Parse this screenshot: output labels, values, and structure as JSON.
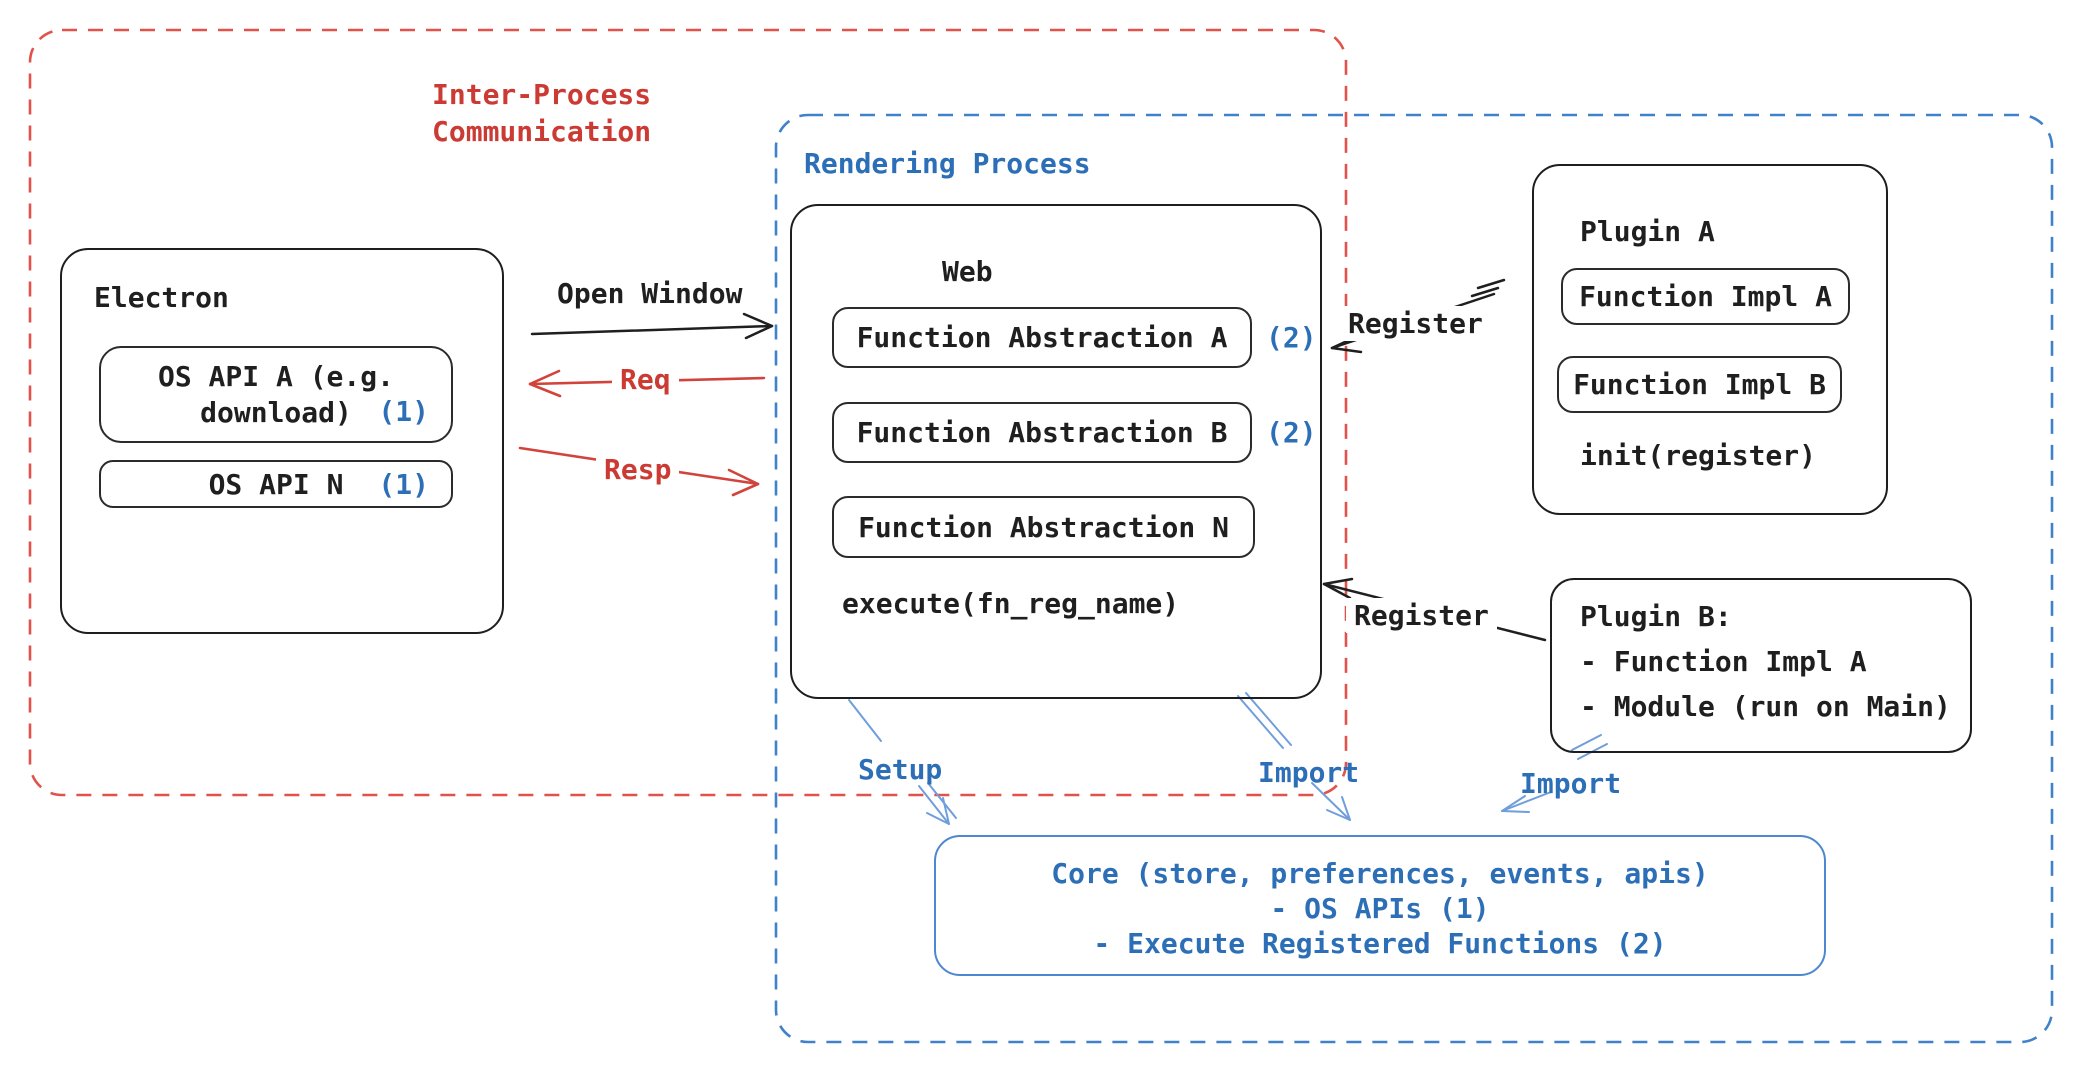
{
  "regions": {
    "ipc_label": "Inter-Process\nCommunication",
    "rendering_label": "Rendering Process"
  },
  "electron": {
    "title": "Electron",
    "os_api_a": {
      "line1": "OS API A (e.g.",
      "line2": "download)",
      "badge": "(1)"
    },
    "os_api_n": {
      "label": "OS API N",
      "badge": "(1)"
    }
  },
  "web": {
    "title": "Web",
    "items": [
      {
        "label": "Function Abstraction A",
        "badge": "(2)"
      },
      {
        "label": "Function Abstraction B",
        "badge": "(2)"
      },
      {
        "label": "Function Abstraction N",
        "badge": ""
      }
    ],
    "execute": "execute(fn_reg_name)"
  },
  "plugin_a": {
    "title": "Plugin A",
    "impl_a": "Function Impl A",
    "impl_b": "Function Impl B",
    "init": "init(register)"
  },
  "plugin_b": {
    "title": "Plugin B:",
    "line1": "- Function Impl A",
    "line2": "- Module (run on Main)"
  },
  "core": {
    "line1": "Core (store, preferences, events, apis)",
    "line2": "- OS APIs (1)",
    "line3": "- Execute Registered Functions (2)"
  },
  "arrows": {
    "open_window": "Open Window",
    "req": "Req",
    "resp": "Resp",
    "register_top": "Register",
    "register_bottom": "Register",
    "setup": "Setup",
    "import_web": "Import",
    "import_plugin": "Import"
  },
  "colors": {
    "black": "#1f1f1f",
    "red_text": "#cb3a33",
    "red_arrow": "#d2433c",
    "red_dash": "#e0524a",
    "blue_text": "#2d6fb7",
    "blue_dash": "#3f82c9",
    "core_border": "#4c87cf",
    "blue_arrow_light": "#6f9edb",
    "background": "#ffffff"
  }
}
